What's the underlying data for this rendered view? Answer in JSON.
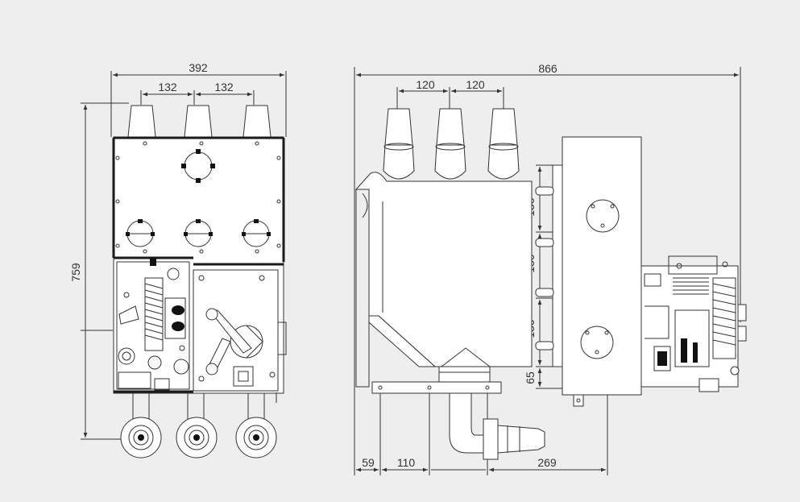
{
  "drawing": {
    "front_view": {
      "dim_width": "392",
      "dim_pitch_1": "132",
      "dim_pitch_2": "132",
      "dim_height": "759"
    },
    "side_view": {
      "dim_length": "866",
      "dim_pitch_1": "120",
      "dim_pitch_2": "120",
      "dim_v1": "150",
      "dim_v2": "150",
      "dim_v3": "150",
      "dim_v4": "65",
      "dim_b1": "59",
      "dim_b2": "110",
      "dim_b3": "269"
    }
  },
  "colors": {
    "background": "#eeeeee",
    "line": "#333333",
    "fill": "#ffffff"
  }
}
